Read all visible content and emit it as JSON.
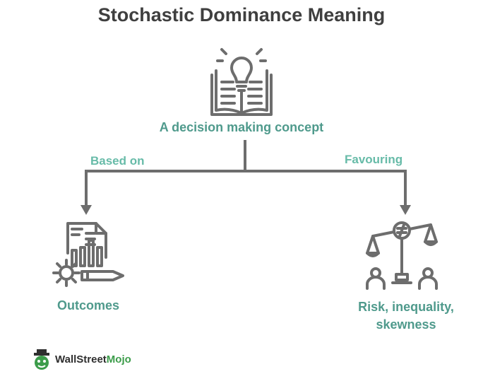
{
  "title": "Stochastic Dominance Meaning",
  "root": {
    "label": "A decision making concept",
    "icon": "lightbulb-book-icon"
  },
  "branches": [
    {
      "edge_label": "Based on",
      "leaf_label": "Outcomes",
      "icon": "report-chart-gear-icon"
    },
    {
      "edge_label": "Favouring",
      "leaf_label_line1": "Risk, inequality,",
      "leaf_label_line2": "skewness",
      "icon": "scales-not-equal-icon"
    }
  ],
  "brand": {
    "name_part1": "WallStreet",
    "name_part2": "Mojo",
    "icon": "wallstreetmojo-logo-icon"
  },
  "colors": {
    "title": "#3f3f3f",
    "label": "#4f9a8c",
    "edge_label": "#67bba8",
    "line": "#6d6d6d",
    "icon": "#6d6d6d"
  }
}
